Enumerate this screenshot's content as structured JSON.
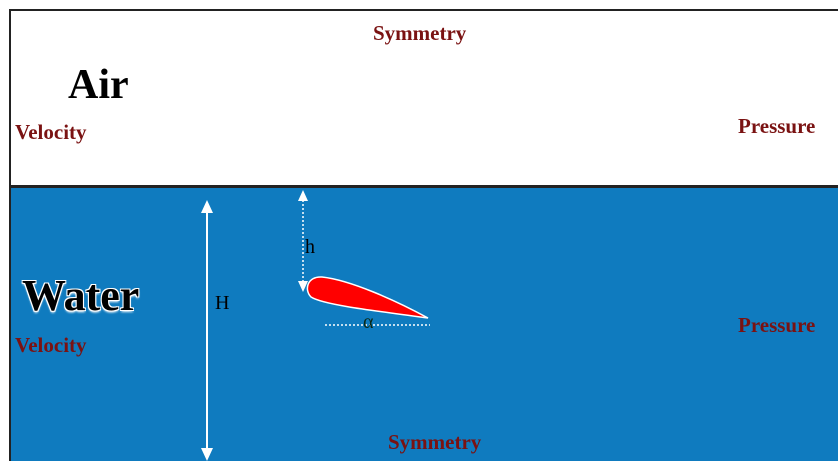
{
  "domains": {
    "air_label": "Air",
    "water_label": "Water"
  },
  "boundaries": {
    "top": "Symmetry",
    "bottom": "Symmetry",
    "air_inlet": "Velocity",
    "air_outlet": "Pressure",
    "water_inlet": "Velocity",
    "water_outlet": "Pressure"
  },
  "dimensions": {
    "water_depth": "H",
    "submergence": "h",
    "angle": "α"
  },
  "colors": {
    "air": "#ffffff",
    "water": "#0f7bbf",
    "hydrofoil": "#ff0000",
    "boundary_text": "#7a1212",
    "interface": "#222222"
  }
}
